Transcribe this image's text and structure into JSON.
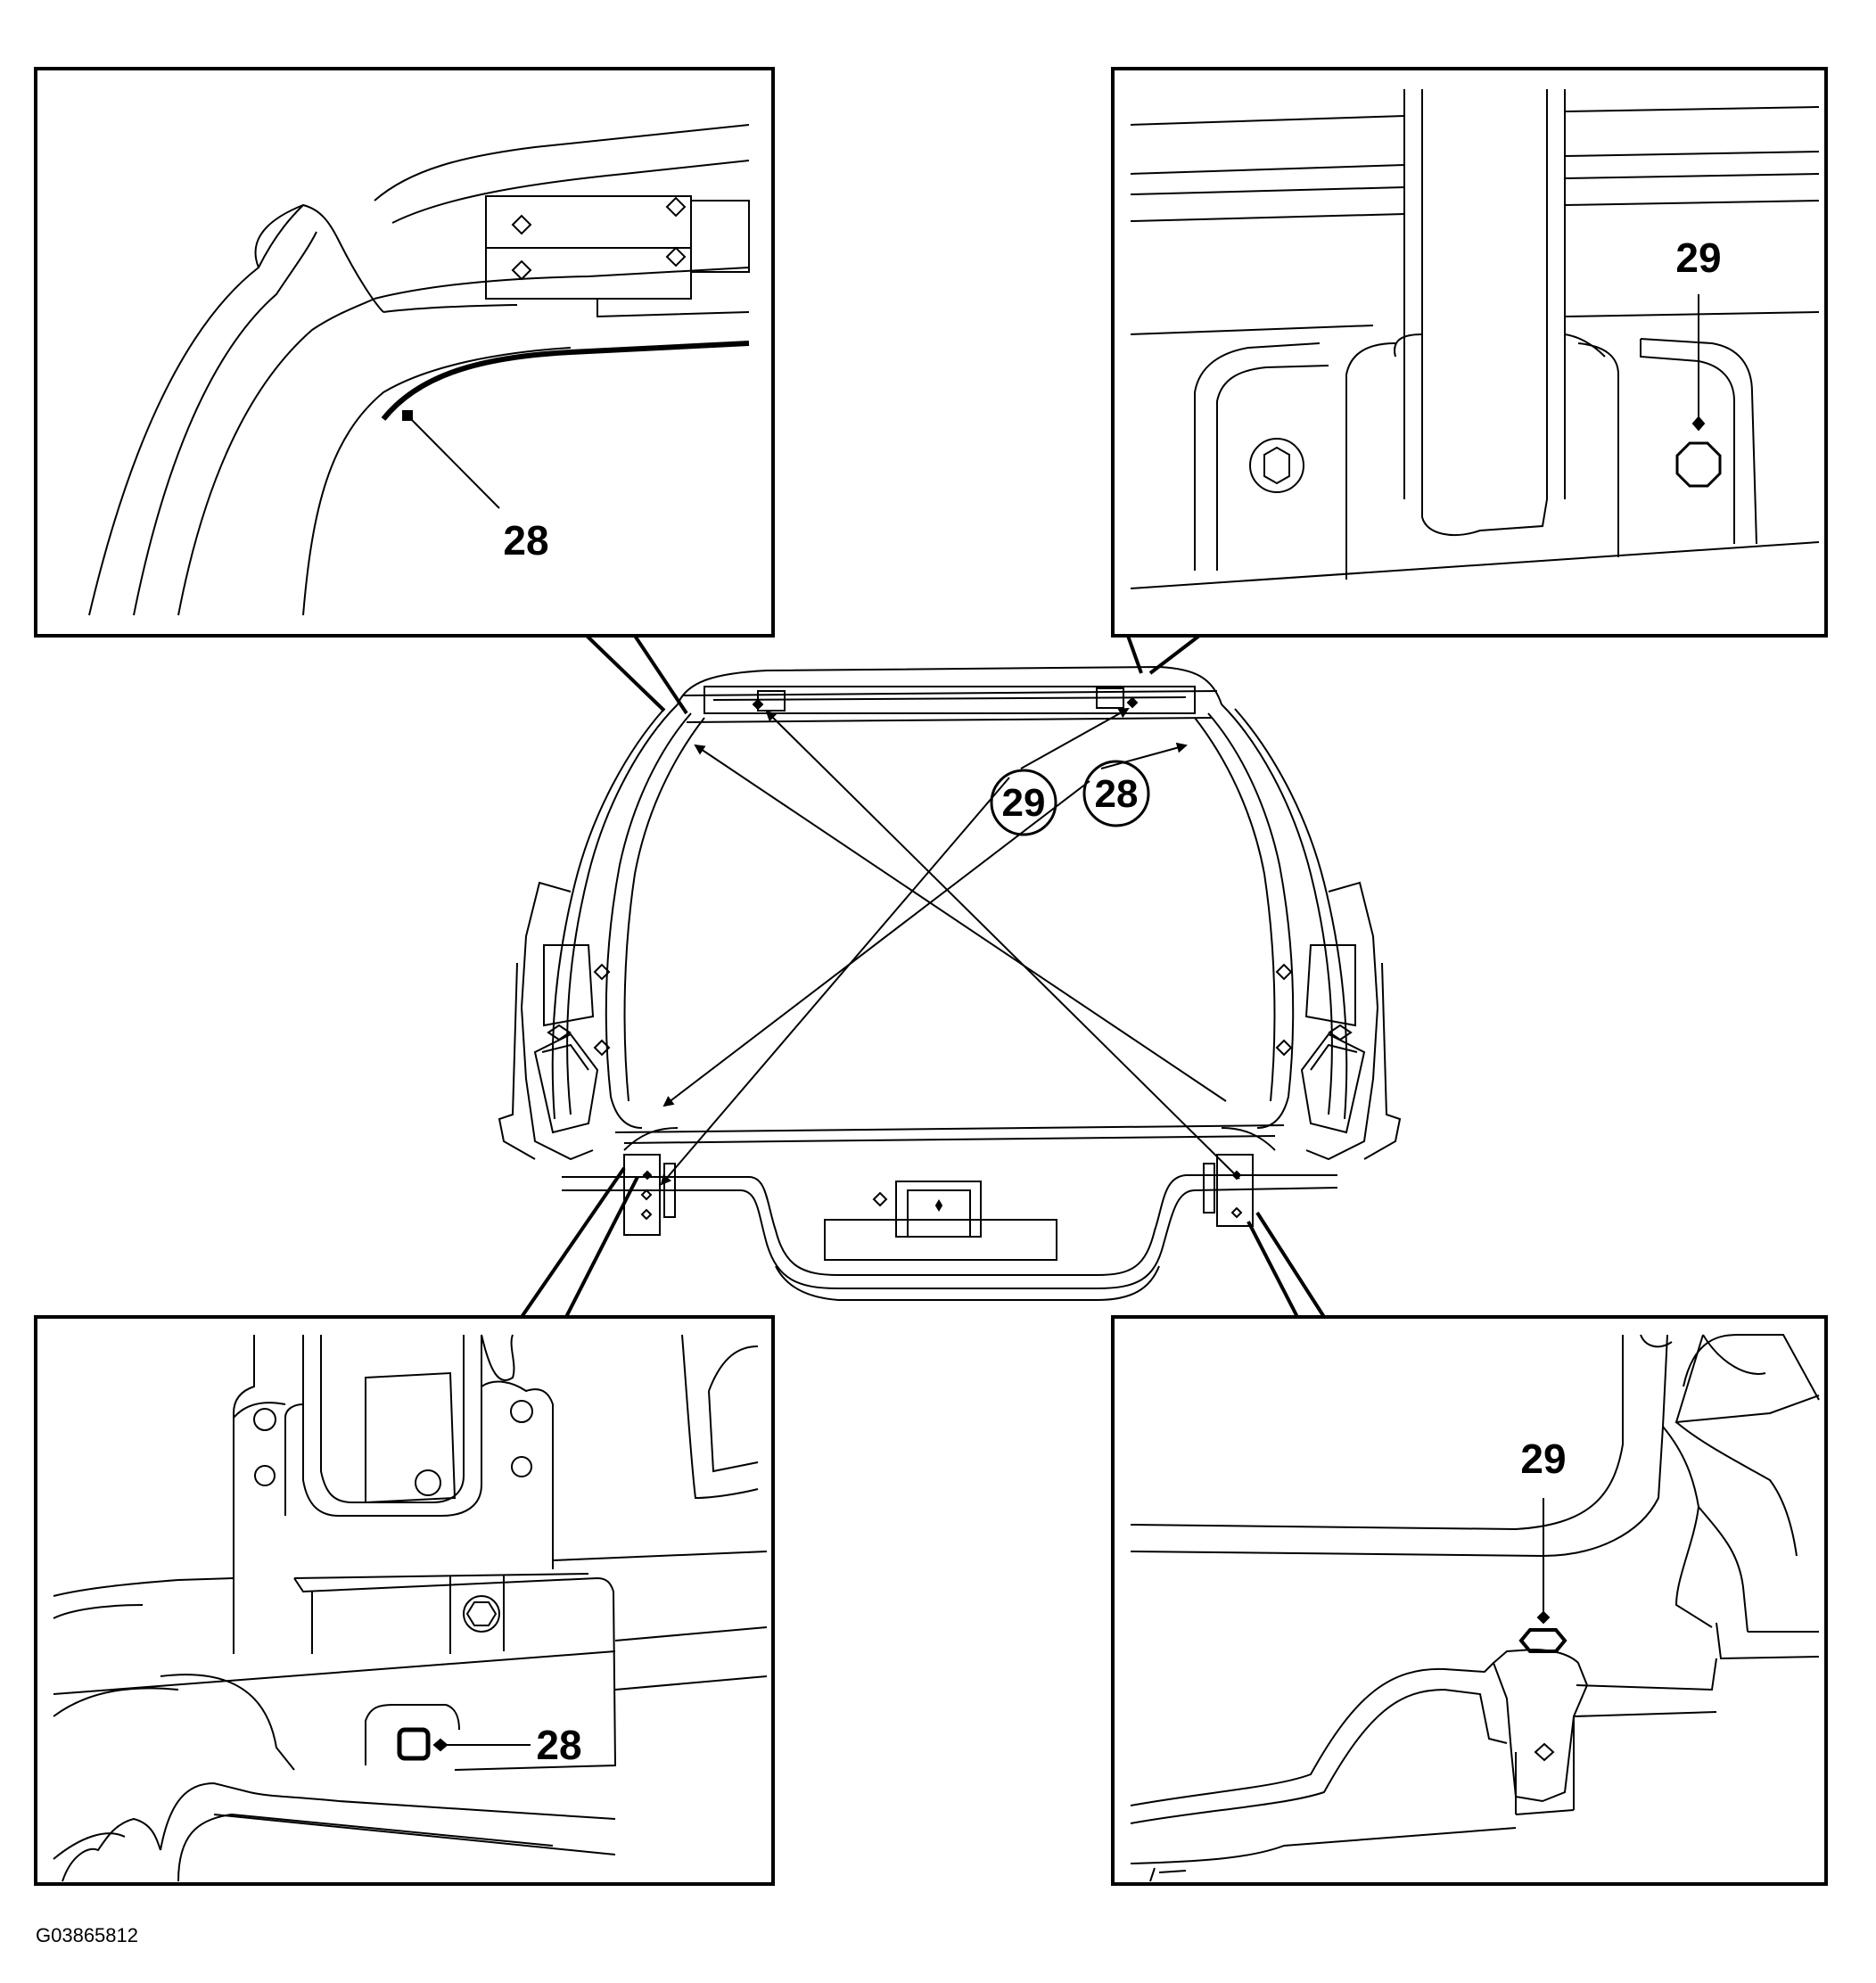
{
  "figure_id": "G03865812",
  "callouts": {
    "top_left": "28",
    "top_right": "29",
    "bottom_left": "28",
    "bottom_right": "29",
    "center_left": "29",
    "center_right": "28"
  },
  "colors": {
    "line": "#000000",
    "background": "#ffffff"
  }
}
